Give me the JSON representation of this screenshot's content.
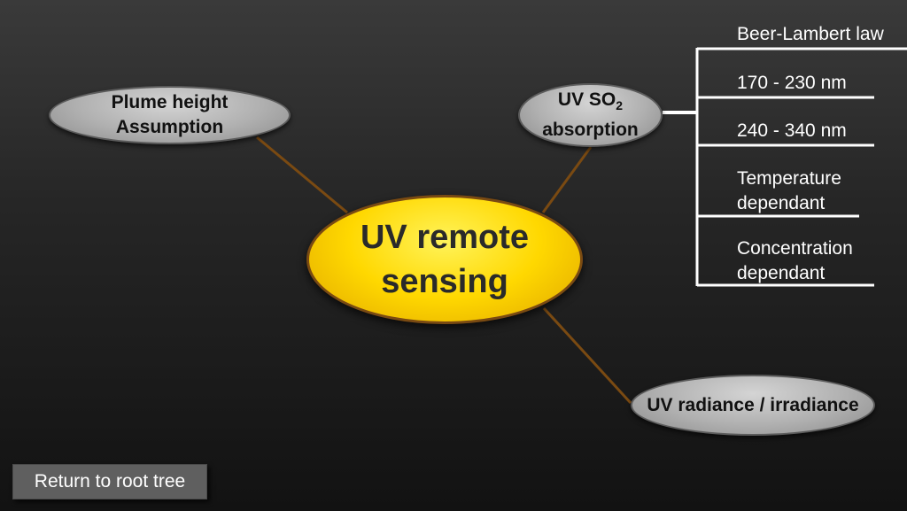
{
  "center": {
    "line1": "UV remote",
    "line2": "sensing"
  },
  "plume": {
    "line1": "Plume height",
    "line2": "Assumption"
  },
  "uvso2": {
    "line1_prefix": "UV SO",
    "line1_sub": "2",
    "line2": "absorption"
  },
  "radiance": {
    "label": "UV radiance / irradiance"
  },
  "branches": {
    "beer_lambert": "Beer-Lambert law",
    "range_170": "170 - 230 nm",
    "range_240": "240 - 340 nm",
    "temperature": "Temperature dependant",
    "concentration": "Concentration dependant"
  },
  "return_button": {
    "label": "Return to root tree"
  },
  "colors": {
    "center_fill": "#ffd800",
    "connector": "#7a4a12",
    "bracket": "#ffffff"
  }
}
